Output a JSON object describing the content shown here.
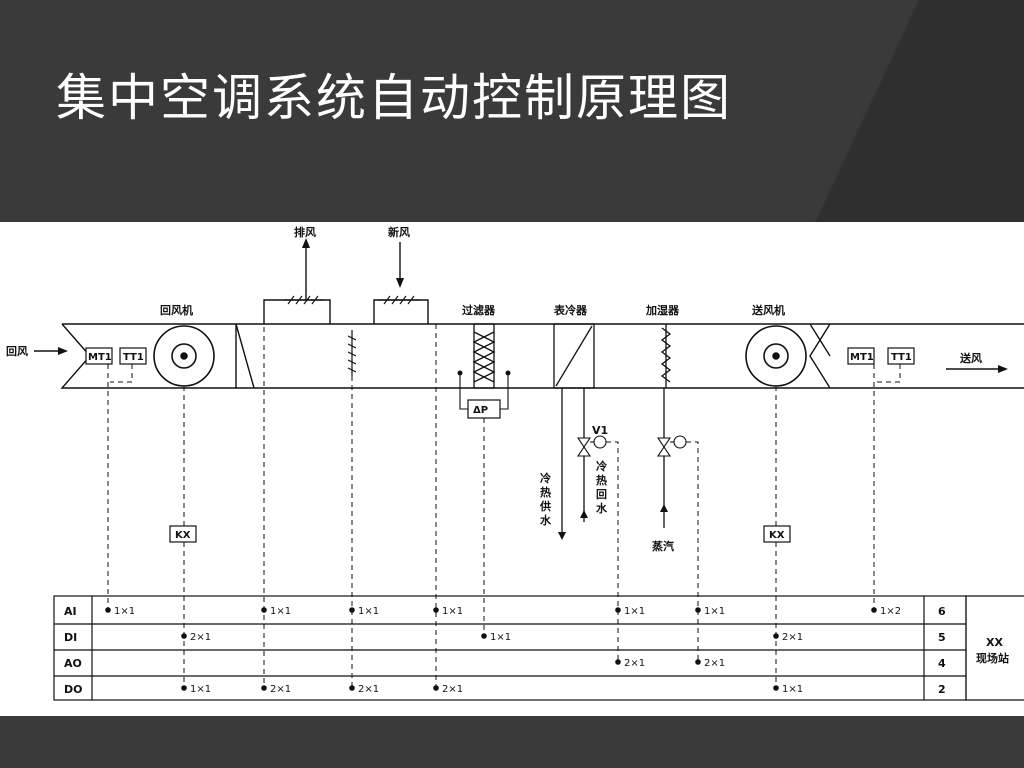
{
  "slide": {
    "title": "集中空调系统自动控制原理图"
  },
  "diagram": {
    "labels": {
      "exhaust_air": "排风",
      "fresh_air": "新风",
      "return_fan": "回风机",
      "filter": "过滤器",
      "surface_cooler": "表冷器",
      "humidifier": "加湿器",
      "supply_fan": "送风机",
      "return_air": "回风",
      "supply_air": "送风",
      "mt1_left": "MT1",
      "tt1_left": "TT1",
      "mt1_right": "MT1",
      "tt1_right": "TT1",
      "dp": "ΔP",
      "v1": "V1",
      "kx_left": "KX",
      "kx_right": "KX",
      "chw_supply": [
        "冷",
        "热",
        "供",
        "水"
      ],
      "chw_return": [
        "冷",
        "热",
        "回",
        "水"
      ],
      "steam": "蒸汽",
      "station_line1": "XX",
      "station_line2": "现场站"
    },
    "io_rows": [
      {
        "type": "AI",
        "count": "6"
      },
      {
        "type": "DI",
        "count": "5"
      },
      {
        "type": "AO",
        "count": "4"
      },
      {
        "type": "DO",
        "count": "2"
      }
    ],
    "io_points": {
      "ai_mt1": "1×1",
      "ai_exhaust_damper": "1×1",
      "ai_mix_damper": "1×1",
      "ai_fresh_damper": "1×1",
      "ai_v1": "1×1",
      "ai_steam_valve": "1×1",
      "ai_supply_sensors": "1×2",
      "di_return_fan": "2×1",
      "di_filter_dp": "1×1",
      "di_supply_fan": "2×1",
      "ao_v1": "2×1",
      "ao_steam_valve": "2×1",
      "do_return_fan": "1×1",
      "do_exhaust_damper": "2×1",
      "do_mix_damper": "2×1",
      "do_fresh_damper": "2×1",
      "do_supply_fan": "1×1"
    }
  }
}
